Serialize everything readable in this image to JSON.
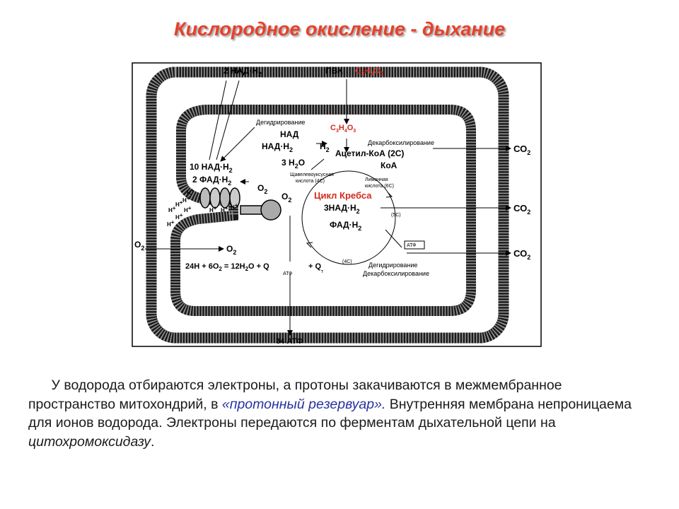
{
  "title": "Кислородное окисление - дыхание",
  "diagram": {
    "top_nadh": "2 НАД·Н",
    "top_nadh_sub": "2",
    "pvk": "ПВК",
    "pvk_formula": [
      "С",
      "3",
      "Н",
      "4",
      "О",
      "3"
    ],
    "inner_formula": [
      "С",
      "3",
      "Н",
      "4",
      "О",
      "3"
    ],
    "dehydrogenation_top": "Дегидрирование",
    "nad": "НАД",
    "nadh2": "НАД·Н",
    "nadh2_sub": "2",
    "h2": "Н",
    "h2_sub": "2",
    "decarboxylation_top": "Декарбоксилирование",
    "acetyl_coa": "Ацетил-КоА (2С)",
    "coa": "КоА",
    "water": "3 Н",
    "water_sub": "2",
    "water_o": "О",
    "ten_nadh2": "10 НАД·Н",
    "ten_nadh2_sub": "2",
    "two_fadh2": "2 ФАД·Н",
    "two_fadh2_sub": "2",
    "oxaloacetic": "Щавелевоуксусная кислота (4С)",
    "oxaloacetic_l1": "Щавелевоуксусная",
    "oxaloacetic_l2": "кислота (4С)",
    "citric_l1": "Лимонная",
    "citric_l2": "кислота (6С)",
    "krebs": "Цикл Кребса",
    "o2_a": "О",
    "o2_b": "О",
    "o2_sub": "2",
    "three_nadh2": "3НАД·Н",
    "three_nadh2_sub": "2",
    "five_c": "(5С)",
    "fadh2": "ФАД·Н",
    "fadh2_sub": "2",
    "four_c": "(4С)",
    "atp_box": "АТФ",
    "dehydrogenation_bottom": "Дегидрирование",
    "decarboxylation_bottom": "Декарбоксилирование",
    "o2_left": "О",
    "o2_mid": "О",
    "equation": "24Н + 6О",
    "equation_sub": "2",
    "equation_rest": " = 12Н",
    "equation_sub2": "2",
    "equation_end": "О + Q",
    "atp_sub": "АТФ",
    "plus_q": "+ Q",
    "q_sub": "т",
    "atp_total": "34 АТФ",
    "co2": "СО",
    "co2_sub": "2",
    "h_plus": "Н",
    "h_sup": "+"
  },
  "caption": {
    "p1": "У водорода отбираются электроны, а протоны закачиваются в межмембранное пространство митохондрий, в ",
    "highlight": "«протонный резервуар».",
    "p2": " Внутренняя мембрана непроницаема для ионов водорода. Электроны передаются по ферментам дыхательной цепи на ",
    "italic": "цитохромоксидазу",
    "p3": "."
  }
}
